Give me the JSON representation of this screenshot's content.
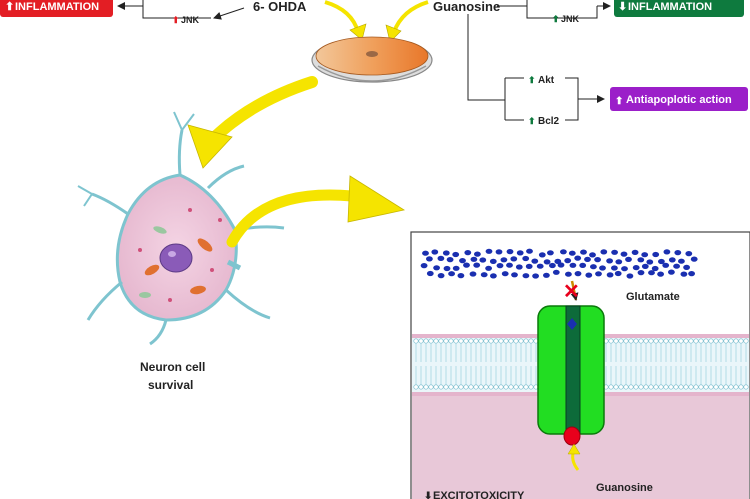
{
  "top_left": {
    "inflammation_label": "INFLAMMATION",
    "jnk_label": "JNK",
    "toxin_label": "6- OHDA",
    "inflammation_color": "#e31e24"
  },
  "top_right": {
    "guanosine_label": "Guanosine",
    "jnk_label": "JNK",
    "inflammation_label": "INFLAMMATION",
    "akt_label": "Akt",
    "bcl2_label": "Bcl2",
    "antiapoptotic_label": "Antiapoplotic action",
    "inflammation_color": "#0e7a3e",
    "antiapoptotic_color": "#9b1fc9"
  },
  "neuron": {
    "caption_line1": "Neuron cell",
    "caption_line2": "survival"
  },
  "synapse": {
    "glutamate_label": "Glutamate",
    "guanosine_label": "Guanosine",
    "excitotoxicity_label": "EXCITOTOXICITY",
    "receptor_color": "#22dd22",
    "glutamate_color": "#1a2fb0",
    "guanosine_color": "#e8001c"
  },
  "arrow_color": "#f5e400"
}
